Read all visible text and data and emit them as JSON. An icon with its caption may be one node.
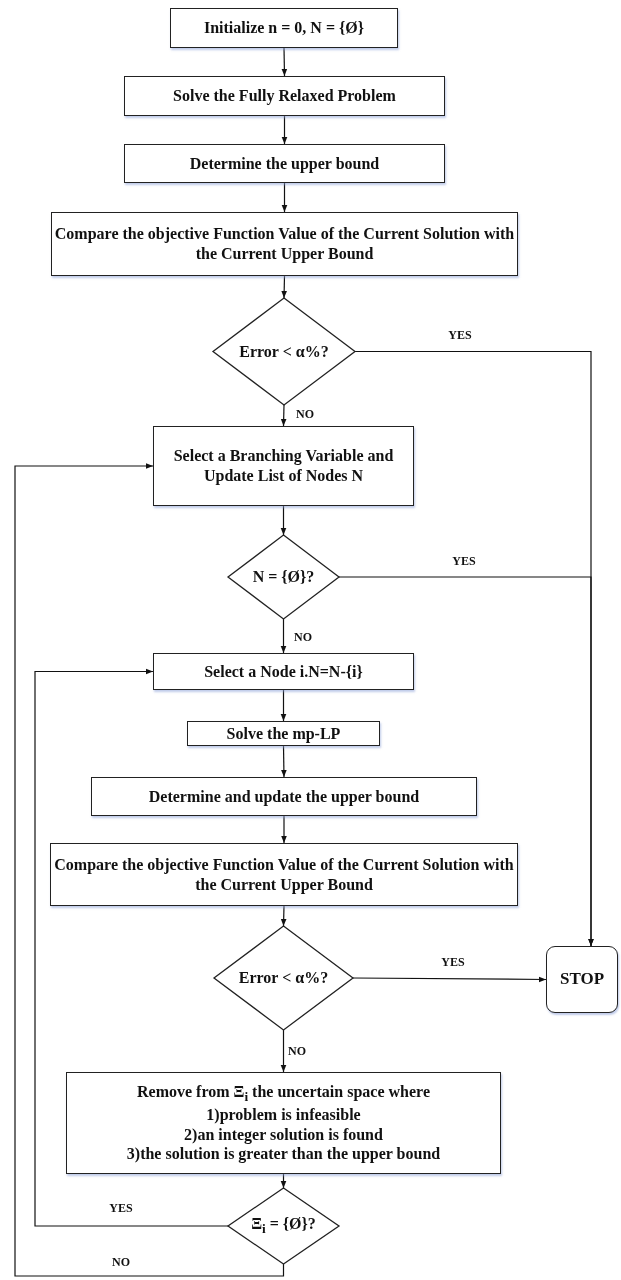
{
  "diagram": {
    "nodes": [
      {
        "text": [
          "Initialize n = 0, N = {Ø}"
        ]
      },
      {
        "text": [
          "Solve the Fully Relaxed Problem"
        ]
      },
      {
        "text": [
          "Determine the upper bound"
        ]
      },
      {
        "text": [
          "Compare the objective Function Value of the Current Solution with the Current Upper Bound"
        ]
      },
      {
        "text": [
          "Error < α%?"
        ]
      },
      {
        "text": [
          "Select a Branching Variable and Update List of Nodes N"
        ]
      },
      {
        "text": [
          "N = {Ø}?"
        ]
      },
      {
        "text": [
          "Select a Node i.N=N-{i}"
        ]
      },
      {
        "text": [
          "Solve the mp-LP"
        ]
      },
      {
        "text": [
          "Determine and update the upper bound"
        ]
      },
      {
        "text": [
          "Compare the objective Function Value of the Current Solution with the Current Upper Bound"
        ]
      },
      {
        "text": [
          "Error < α%?"
        ]
      },
      {
        "text": [
          "STOP"
        ]
      },
      {
        "text": [
          "Remove from Ξ$_{i}$ the uncertain space where",
          "1)problem is infeasible",
          "2)an integer solution is found",
          "3)the solution is greater than the upper bound"
        ]
      },
      {
        "text": [
          "Ξ$_{i}$  = {Ø}?"
        ]
      }
    ],
    "edges": [
      {
        "from": 0,
        "to": 1,
        "arrow": "to"
      },
      {
        "from": 1,
        "to": 2,
        "arrow": "to"
      },
      {
        "from": 2,
        "to": 3,
        "arrow": "to"
      },
      {
        "from": 3,
        "to": 4,
        "arrow": "to"
      },
      {
        "from": 4,
        "to": 5,
        "arrow": "to",
        "label": "NO"
      },
      {
        "from": 4,
        "to": 12,
        "arrow": "to",
        "label": "YES"
      },
      {
        "from": 5,
        "to": 6,
        "arrow": "to"
      },
      {
        "from": 6,
        "to": 12,
        "arrow": "to",
        "label": "YES"
      },
      {
        "from": 6,
        "to": 7,
        "arrow": "to",
        "label": "NO"
      },
      {
        "from": 7,
        "to": 8,
        "arrow": "to"
      },
      {
        "from": 8,
        "to": 9,
        "arrow": "to"
      },
      {
        "from": 9,
        "to": 10,
        "arrow": "to"
      },
      {
        "from": 10,
        "to": 11,
        "arrow": "to"
      },
      {
        "from": 11,
        "to": 12,
        "arrow": "to",
        "label": "YES"
      },
      {
        "from": 11,
        "to": 13,
        "arrow": "to",
        "label": "NO"
      },
      {
        "from": 13,
        "to": 14,
        "arrow": "to"
      },
      {
        "from": 14,
        "to": 7,
        "arrow": "to",
        "label": "YES"
      },
      {
        "from": 14,
        "to": 5,
        "arrow": "to",
        "label": "NO"
      }
    ]
  }
}
